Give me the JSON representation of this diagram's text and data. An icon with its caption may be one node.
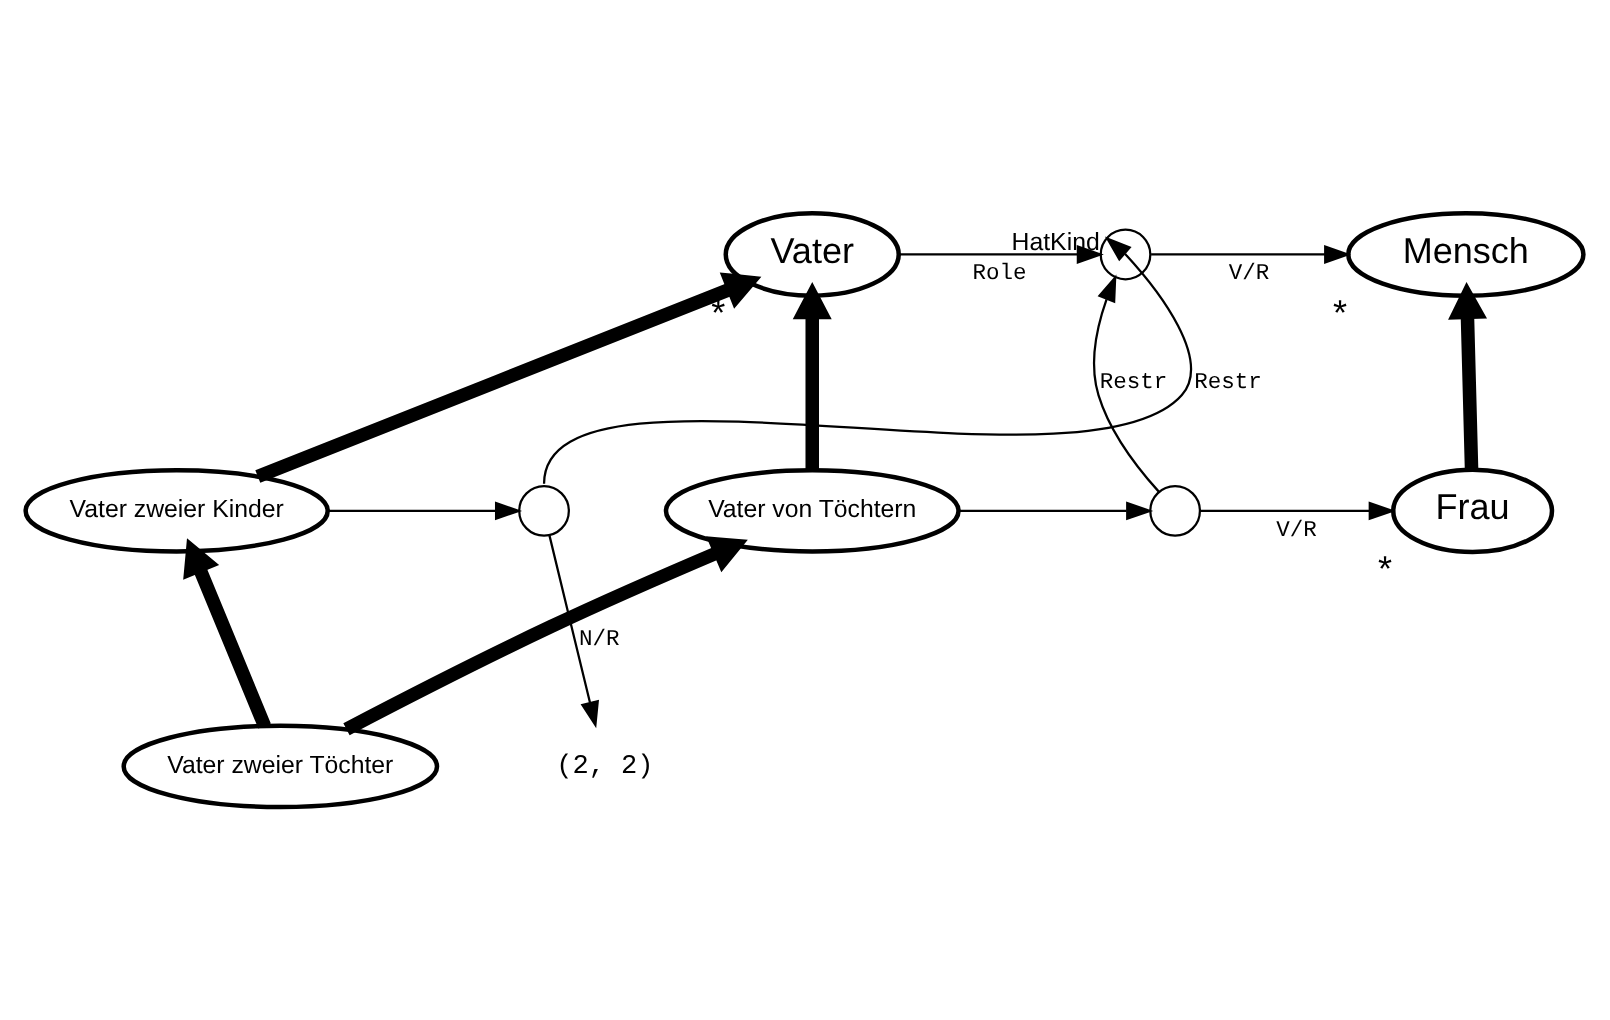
{
  "diagram": {
    "nodes": [
      {
        "text": [
          "Vater"
        ],
        "beside": [
          "*"
        ]
      },
      {
        "text": [
          "HatKind"
        ]
      },
      {
        "text": [
          "Mensch"
        ],
        "beside": [
          "*"
        ]
      },
      {
        "text": [
          "Vater zweier Kinder"
        ]
      },
      {
        "text": [
          "Vater von Töchtern"
        ]
      },
      {
        "text": [],
        "shape": "circle"
      },
      {
        "text": [
          "Frau"
        ],
        "beside": [
          "*"
        ]
      },
      {
        "text": [],
        "shape": "circle"
      },
      {
        "text": [
          "(2, 2)"
        ]
      },
      {
        "text": [
          "Vater zweier Töchter"
        ]
      }
    ],
    "edges": [
      {
        "from": 0,
        "to": 1,
        "arrow": "to",
        "label": "Role"
      },
      {
        "from": 1,
        "to": 2,
        "arrow": "to",
        "label": "V/R"
      },
      {
        "from": 6,
        "to": 2,
        "arrow": "to",
        "style": "thick"
      },
      {
        "from": 3,
        "to": 0,
        "arrow": "to",
        "style": "thick"
      },
      {
        "from": 4,
        "to": 0,
        "arrow": "to",
        "style": "thick"
      },
      {
        "from": 9,
        "to": 3,
        "arrow": "to",
        "style": "thick"
      },
      {
        "from": 9,
        "to": 4,
        "arrow": "to",
        "style": "thick"
      },
      {
        "from": 3,
        "to": 5,
        "arrow": "to"
      },
      {
        "from": 4,
        "to": 7,
        "arrow": "to"
      },
      {
        "from": 7,
        "to": 6,
        "arrow": "to",
        "label": "V/R"
      },
      {
        "from": 7,
        "to": 1,
        "arrow": "to",
        "label": "Restr"
      },
      {
        "from": 5,
        "to": 1,
        "arrow": "to",
        "label": "Restr"
      },
      {
        "from": 5,
        "to": 8,
        "arrow": "to",
        "label": "N/R"
      }
    ]
  }
}
